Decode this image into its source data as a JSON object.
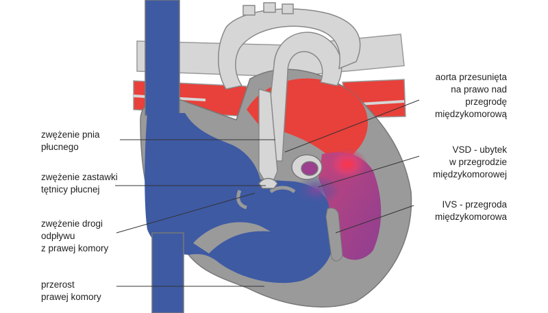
{
  "labels": {
    "aorta": "aorta przesunięta\nna prawo nad\nprzegrodę\nmiędzykomorową",
    "vsd": "VSD - ubytek\nw przegrodzie\nmiędzykomorowej",
    "ivs": "IVS - przegroda\nmiędzykomorowa",
    "pulmonary_trunk": "zwężenie pnia\npłucnego",
    "pulmonary_valve": "zwężenie zastawki\ntętnicy płucnej",
    "outflow": "zwężenie drogi\nodpływu\nz prawej komory",
    "hypertrophy": "przerost\nprawej komory"
  },
  "colors": {
    "deoxygenated": "#3e5aa3",
    "oxygenated": "#e8403a",
    "mixed": "#9c3f8e",
    "tissue": "#9a9a9a",
    "vessel": "#d6d6d6",
    "leader": "#333333"
  }
}
